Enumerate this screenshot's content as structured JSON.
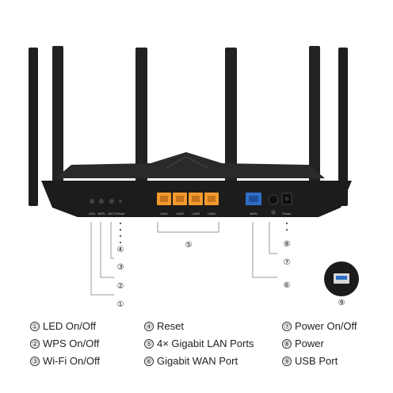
{
  "colors": {
    "router_body": "#1c1c1c",
    "lan_port": "#f29a2e",
    "wan_port": "#2f6fc8",
    "leader_line": "#9a9a9a",
    "text": "#222222"
  },
  "port_labels": {
    "led": "LED",
    "wps": "WPS",
    "wifi": "Wi-Fi",
    "reset": "Reset",
    "lan1": "LAN1",
    "lan2": "LAN2",
    "lan3": "LAN3",
    "lan4": "LAN4",
    "wan": "WAN",
    "power": "Power"
  },
  "callouts": [
    "①",
    "②",
    "③",
    "④",
    "⑤",
    "⑥",
    "⑦",
    "⑧",
    "⑨"
  ],
  "legend": [
    {
      "num": "①",
      "text": "LED On/Off"
    },
    {
      "num": "②",
      "text": "WPS On/Off"
    },
    {
      "num": "③",
      "text": "Wi-Fi On/Off"
    },
    {
      "num": "④",
      "text": "Reset"
    },
    {
      "num": "⑤",
      "text": "4× Gigabit LAN Ports"
    },
    {
      "num": "⑥",
      "text": "Gigabit WAN Port"
    },
    {
      "num": "⑦",
      "text": "Power On/Off"
    },
    {
      "num": "⑧",
      "text": "Power"
    },
    {
      "num": "⑨",
      "text": "USB Port"
    }
  ]
}
